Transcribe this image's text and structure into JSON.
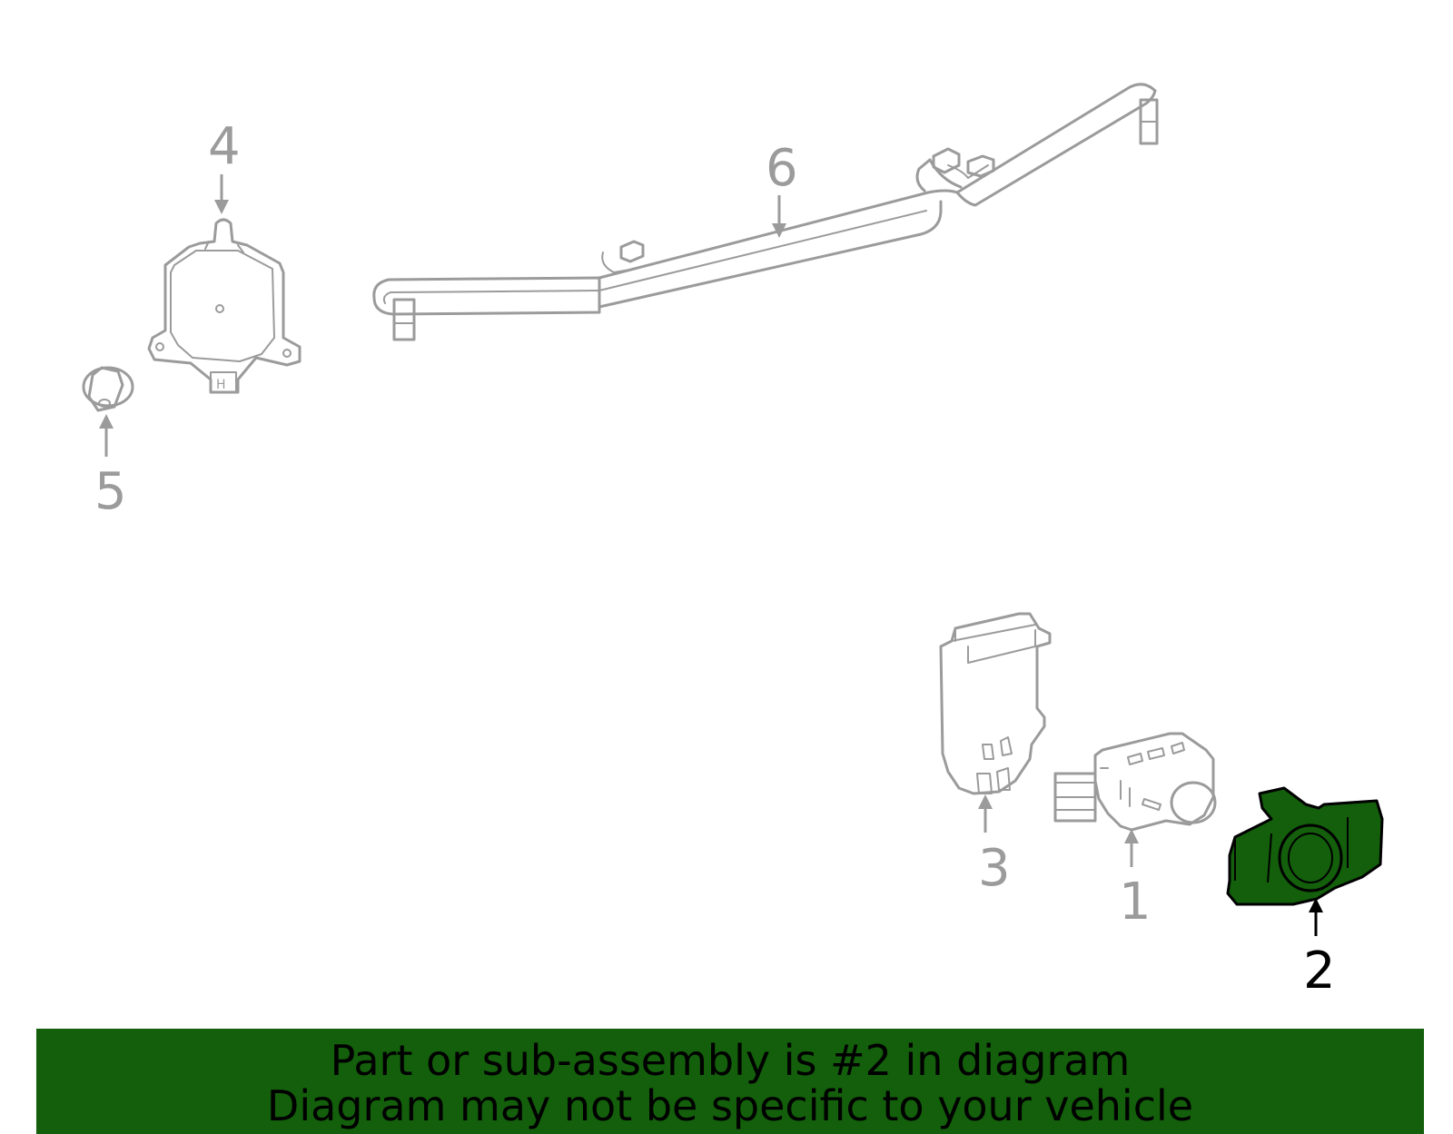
{
  "callouts": {
    "p1": "1",
    "p2": "2",
    "p3": "3",
    "p4": "4",
    "p5": "5",
    "p6": "6"
  },
  "highlight_color": "#135f0b",
  "banner": {
    "line1": "Part or sub-assembly is #2 in diagram",
    "line2": "Diagram may not be specific to your vehicle"
  }
}
